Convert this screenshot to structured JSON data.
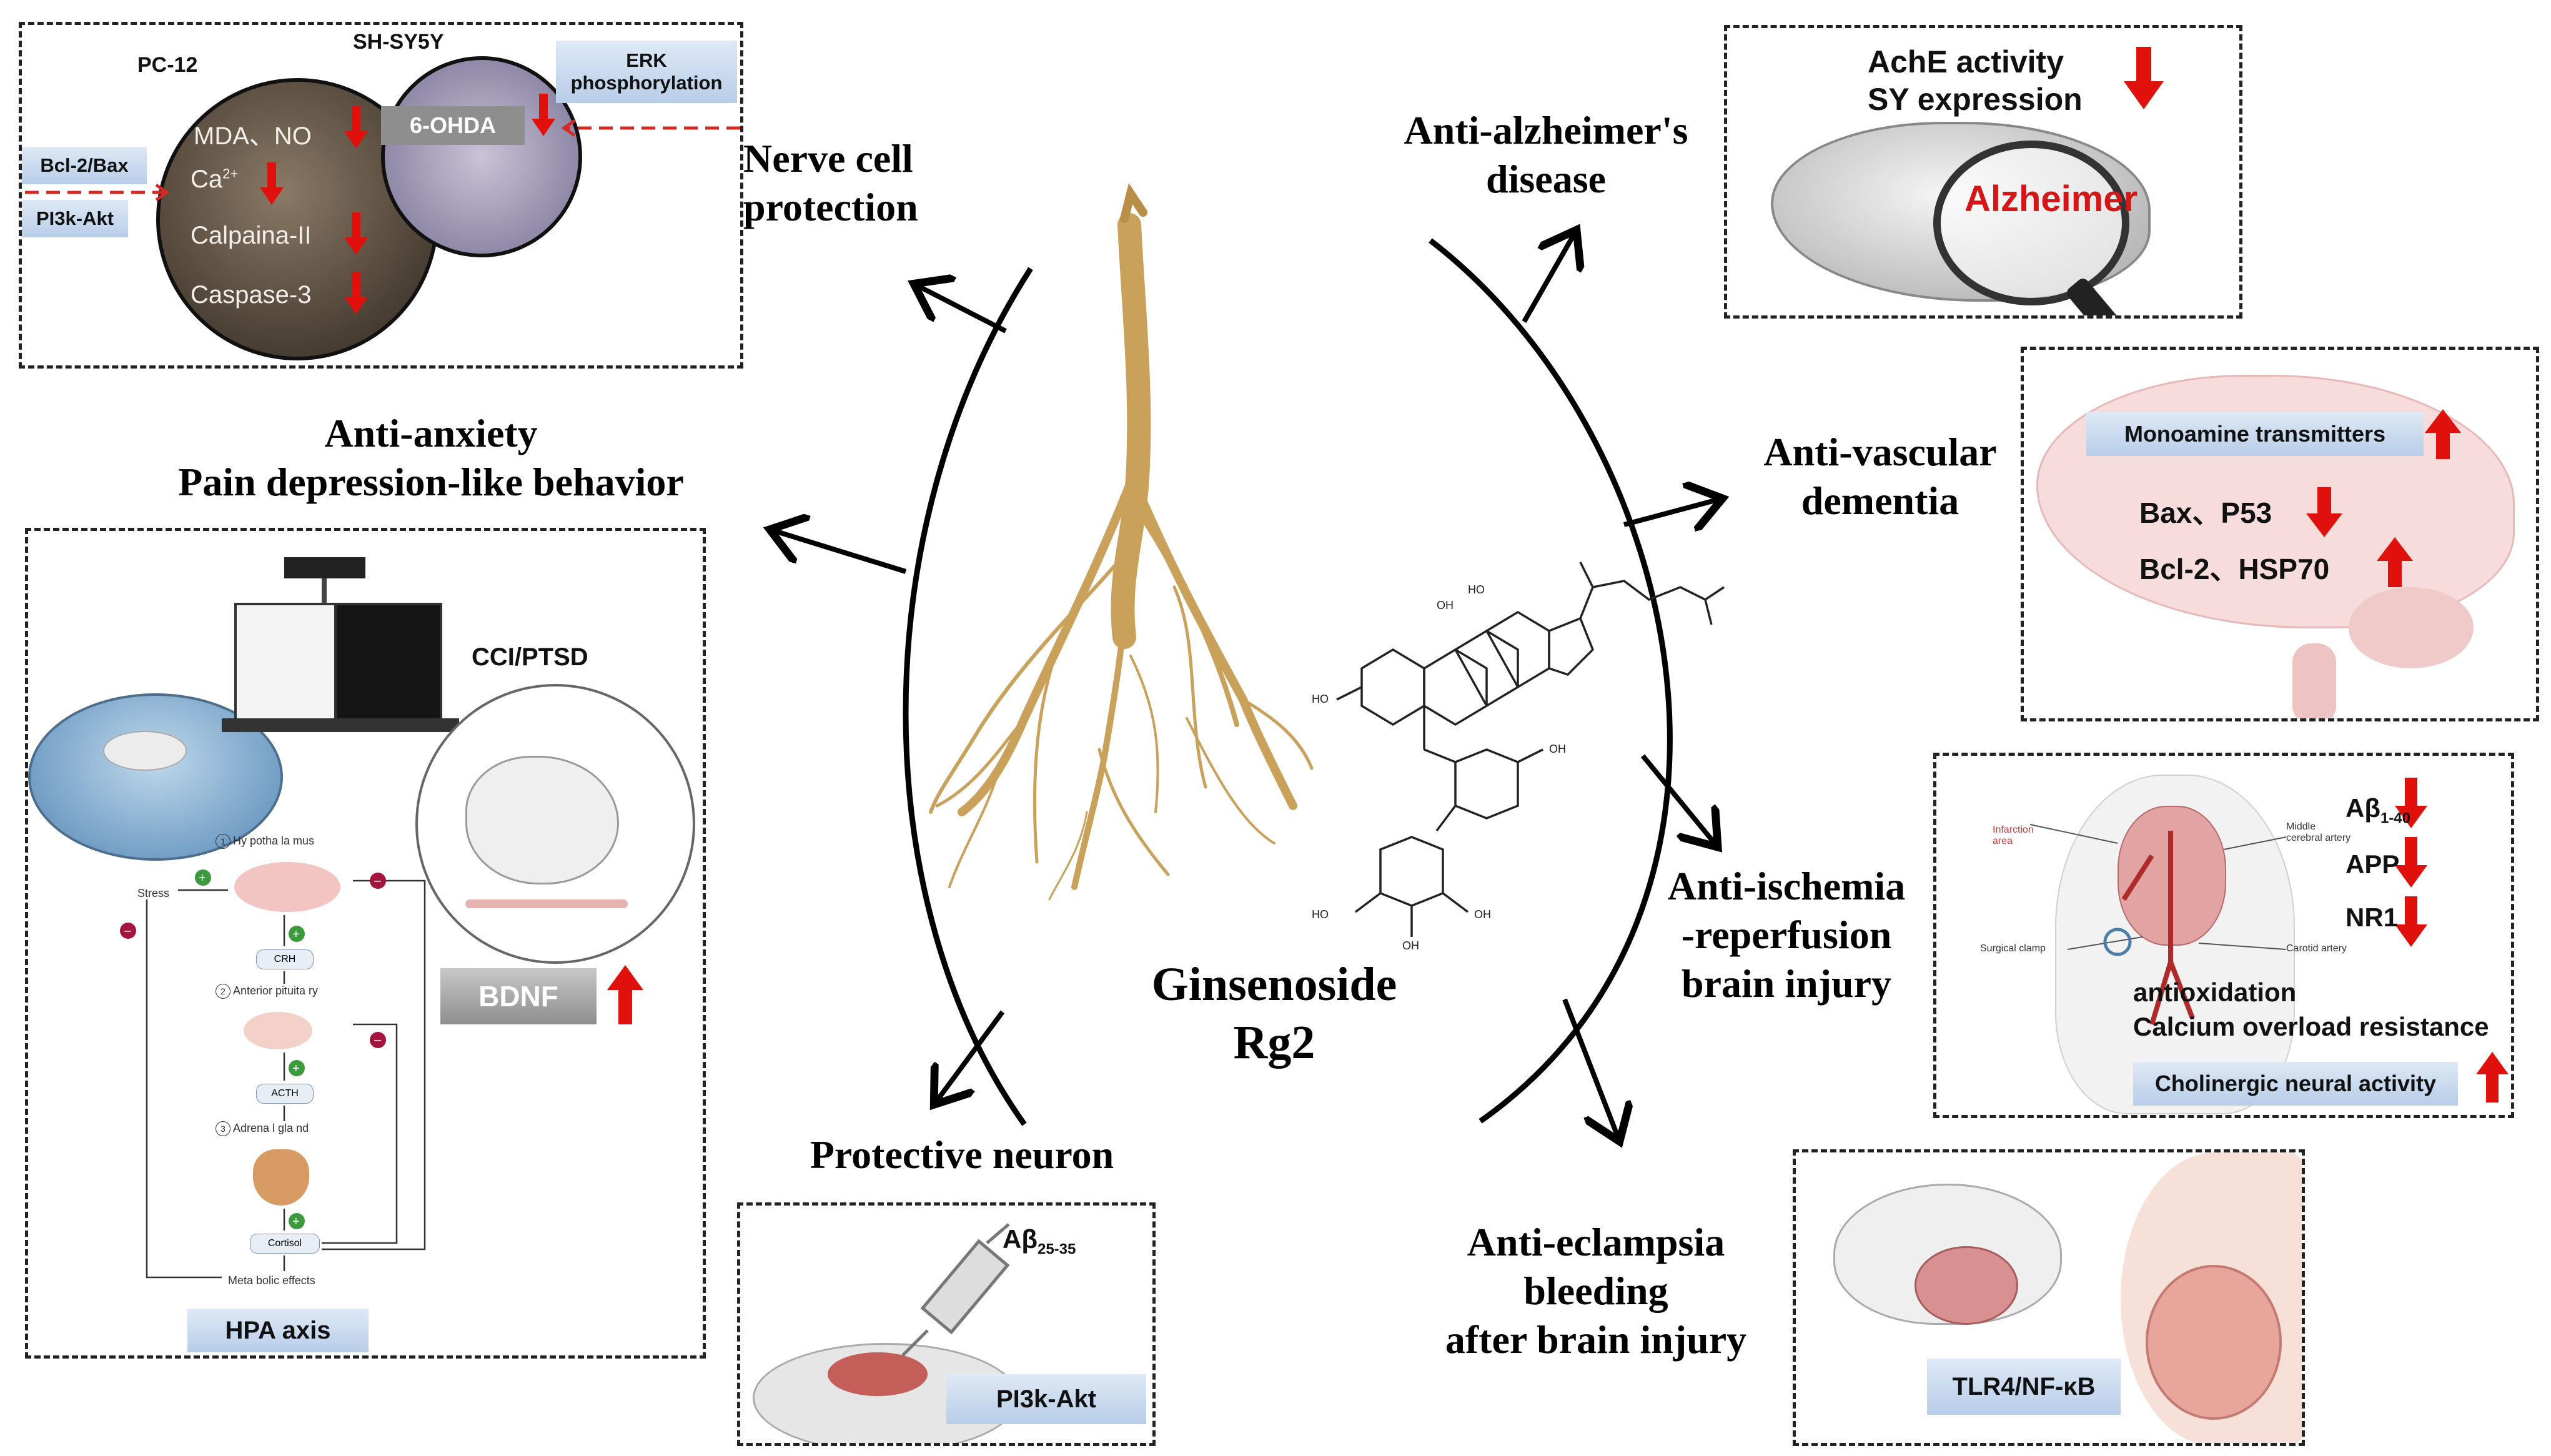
{
  "center": {
    "title_line1": "Ginsenoside",
    "title_line2": "Rg2"
  },
  "effects": {
    "nerve_cell_protection": {
      "line1": "Nerve cell",
      "line2": "protection"
    },
    "anti_anxiety": {
      "line1": "Anti-anxiety",
      "line2": "Pain depression-like behavior"
    },
    "protective_neuron": {
      "label": "Protective neuron"
    },
    "anti_alzheimer": {
      "line1": "Anti-alzheimer's",
      "line2": "disease"
    },
    "anti_vascular": {
      "line1": "Anti-vascular",
      "line2": "dementia"
    },
    "anti_ischemia": {
      "line1": "Anti-ischemia",
      "line2": "-reperfusion",
      "line3": "brain injury"
    },
    "anti_eclampsia": {
      "line1": "Anti-eclampsia",
      "line2": "bleeding",
      "line3": "after brain injury"
    }
  },
  "panel_nerve": {
    "pc12": "PC-12",
    "shsy5y": "SH-SY5Y",
    "erk_line1": "ERK",
    "erk_line2": "phosphorylation",
    "bcl2bax": "Bcl-2/Bax",
    "pi3k": "PI3k-Akt",
    "mda": "MDA、NO",
    "ca": "Ca",
    "ca_sup": "2+",
    "calpain": "Calpaina-II",
    "caspase": "Caspase-3",
    "ohda": "6-OHDA"
  },
  "panel_anxiety": {
    "cci": "CCI/PTSD",
    "bdnf": "BDNF",
    "hpa": "HPA axis",
    "hypothalamus": "Hy potha la mus",
    "anterior": "Anterior  pituita ry",
    "adrenal": "Adrena l  gla nd",
    "stress": "Stress",
    "crh": "CRH",
    "acth": "ACTH",
    "cortisol": "Cortisol",
    "metabolic": "Meta bolic  effects",
    "n1": "1",
    "n2": "2",
    "n3": "3"
  },
  "panel_neuron": {
    "abeta": "Aβ",
    "abeta_sub": "25-35",
    "pi3k": "PI3k-Akt"
  },
  "panel_alz": {
    "ache": "AchE activity",
    "sy": "SY expression",
    "alz": "Alzheimer"
  },
  "panel_vasc": {
    "mono": "Monoamine transmitters",
    "bax": "Bax、P53",
    "bcl": "Bcl-2、HSP70"
  },
  "panel_isch": {
    "abeta": "Aβ",
    "abeta_sub": "1-40",
    "app": "APP",
    "nr1": "NR1",
    "infarct_line1": "Infarction",
    "infarct_line2": "area",
    "mca_line1": "Middle",
    "mca_line2": "cerebral artery",
    "clamp": "Surgical clamp",
    "carotid": "Carotid artery",
    "antiox": "antioxidation",
    "calcium": "Calcium overload resistance",
    "cholin": "Cholinergic neural activity"
  },
  "panel_ecl": {
    "tlr": "TLR4/NF-κB"
  },
  "colors": {
    "arrow_red": "#e0100c",
    "dashed_red": "#d42a24",
    "pill_blue": "#c9daee",
    "root": "#c9a15a"
  }
}
